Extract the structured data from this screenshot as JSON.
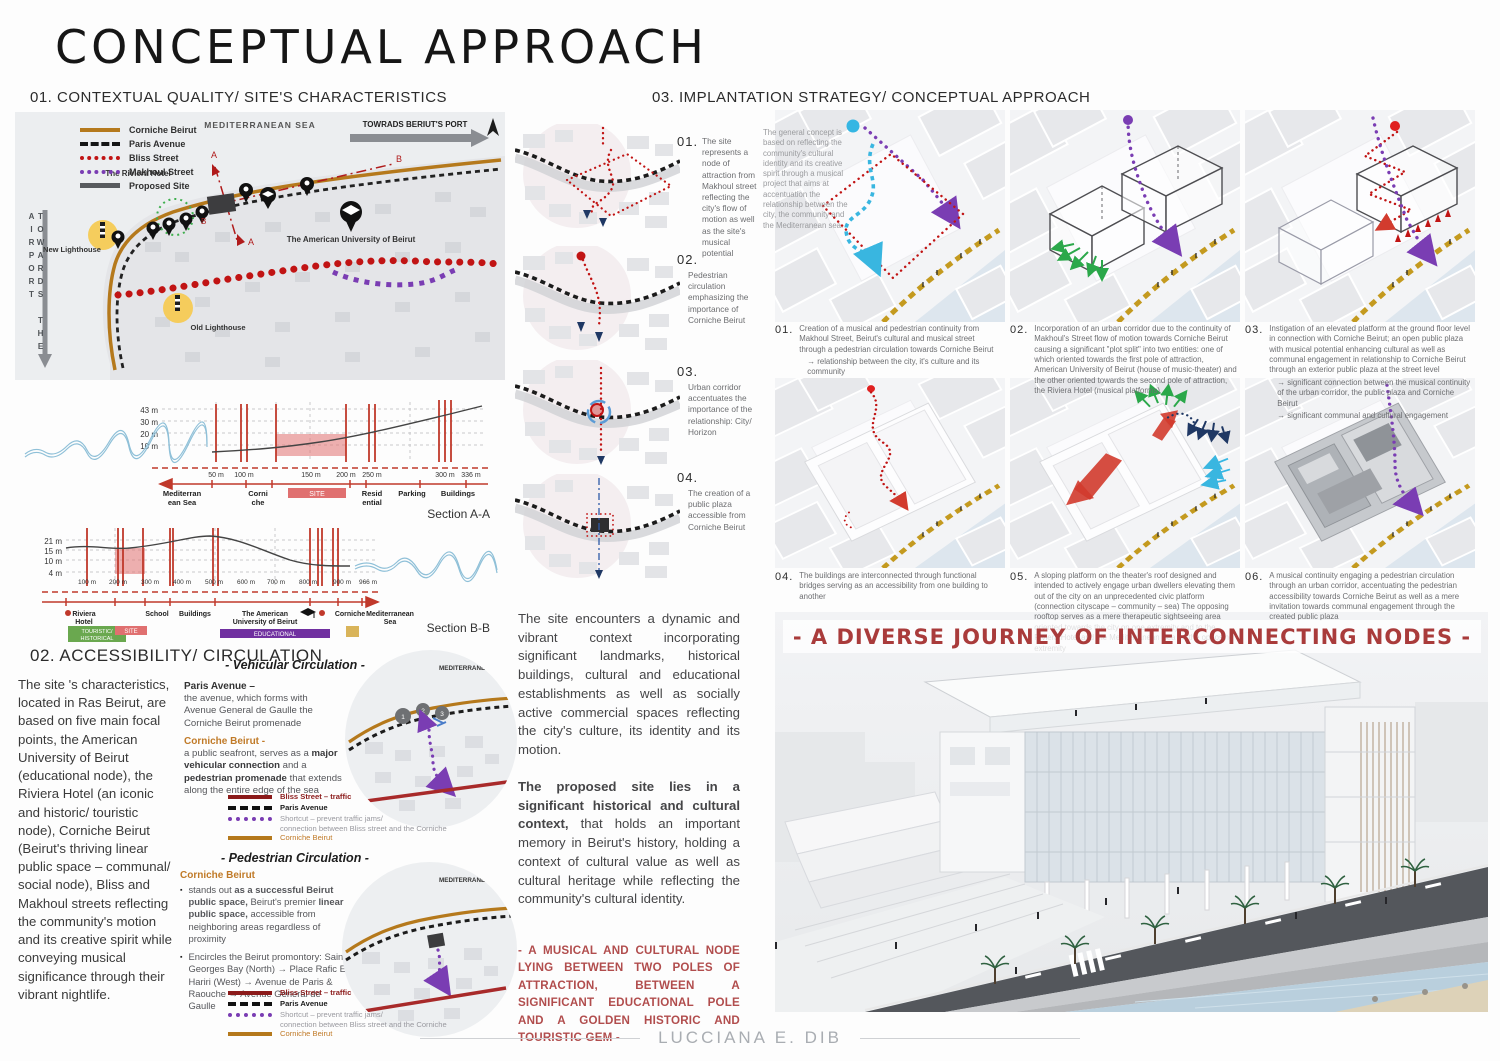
{
  "title": "CONCEPTUAL APPROACH",
  "footer": {
    "name": "LUCCIANA E. DIB"
  },
  "colors": {
    "corniche_orange": "#b5791c",
    "bliss_red": "#a11f24",
    "route_red": "#c11414",
    "makhoul_purple": "#7a3db3",
    "corniche_gold": "#c49a1f",
    "banner_red": "#a93b3b"
  },
  "s01": {
    "heading": "01. CONTEXTUAL QUALITY/ SITE'S CHARACTERISTICS",
    "map": {
      "legend": [
        {
          "label": "Corniche Beirut"
        },
        {
          "label": "Paris Avenue"
        },
        {
          "label": "Bliss Street"
        },
        {
          "label": "Makhoul Street"
        },
        {
          "label": "Proposed Site"
        }
      ],
      "sea": "MEDITERRANEAN SEA",
      "port": "TOWRADS BERIUT'S PORT",
      "airport": "TOWARDS THE AIRPORT",
      "riviera": "The Riviera Hotel",
      "new_lighthouse": "New Lighthouse",
      "old_lighthouse": "Old Lighthouse",
      "aub": "The American University of Beirut",
      "mark_a": "A",
      "mark_b": "B"
    },
    "secAA": {
      "heights": [
        "43 m",
        "30 m",
        "20 m",
        "10 m"
      ],
      "dist": [
        "50 m",
        "100 m",
        "150 m",
        "200 m",
        "250 m",
        "300 m",
        "336 m"
      ],
      "zone_sea1": "Mediterran",
      "zone_sea2": "ean Sea",
      "zone_cor1": "Corni",
      "zone_cor2": "che",
      "site": "SITE",
      "zone_res1": "Resid",
      "zone_res2": "ential",
      "zone_park": "Parking",
      "zone_bld": "Buildings",
      "caption": "Section A-A"
    },
    "secBB": {
      "heights": [
        "21 m",
        "15 m",
        "10 m",
        "4 m"
      ],
      "dist": [
        "100 m",
        "200 m",
        "300 m",
        "400 m",
        "500 m",
        "600 m",
        "700 m",
        "800 m",
        "900 m",
        "966 m"
      ],
      "zone_riv1": "Riviera",
      "zone_riv2": "Hotel",
      "zone_school": "School",
      "zone_bld": "Buildings",
      "zone_aub1": "The American",
      "zone_aub2": "University of Beirut",
      "zone_cor": "Corniche",
      "zone_sea1": "Mediterranean",
      "zone_sea2": "Sea",
      "badge_tour1": "TOURISTIC/",
      "badge_tour2": "HISTORICAL",
      "badge_site": "SITE",
      "badge_edu": "EDUCATIONAL",
      "caption": "Section B-B"
    }
  },
  "s02": {
    "heading": "02. ACCESSIBILITY/ CIRCULATION",
    "para": "The site 's characteristics, located in Ras Beirut, are based on five main focal points, the American University of Beirut (educational node), the Riviera Hotel (an iconic and historic/ touristic node), Corniche Beirut (Beirut's thriving linear public space – communal/ social node), Bliss and Makhoul streets reflecting the community's motion and its creative spirit while conveying musical significance through their vibrant nightlife.",
    "veh": {
      "heading": "- Vehicular Circulation -",
      "paris_title": "Paris Avenue –",
      "paris_body": "the avenue, which forms with Avenue General de Gaulle the Corniche Beirut promenade",
      "corniche_title": "Corniche Beirut -",
      "seg1": "a public seafront, serves as a ",
      "seg2": "major vehicular connection",
      "seg3": " and a ",
      "seg4": "pedestrian promenade",
      "seg5": " that extends along the entire edge of the sea"
    },
    "ped": {
      "heading": "- Pedestrian Circulation -",
      "title": "Corniche Beirut",
      "b1s1": "stands out ",
      "b1b1": "as a successful Beirut public space,",
      "b1s2": " Beirut's premier ",
      "b1b2": "linear public space,",
      "b1s3": " accessible from neighboring areas regardless of proximity",
      "b2": "Encircles the Beirut promontory: Saint Georges Bay (North) → Place Rafic El Hariri (West) → Avenue de Paris & Raouche → Avenue General de Gaulle"
    },
    "legend": {
      "r1": "Bliss Street – traffic",
      "r2": "Paris Avenue",
      "r3a": "Shortcut – prevent traffic jams/",
      "r3b": "connection between Bliss street and the Corniche",
      "r4": "Corniche Beirut"
    },
    "nodes": {
      "n1": "1",
      "n2": "2",
      "n3": "3"
    },
    "sea1": "MEDITERRANEAN SEA",
    "sea2": "MEDITERRANEAN SEA"
  },
  "mid": {
    "items": [
      {
        "num": "01.",
        "text": "The site represents a node of attraction from Makhoul street reflecting the city's flow of motion as well as the site's musical potential"
      },
      {
        "num": "02.",
        "text": "Pedestrian circulation emphasizing the importance of Corniche Beirut"
      },
      {
        "num": "03.",
        "text": "Urban corridor accentuates the importance of the relationship: City/ Horizon"
      },
      {
        "num": "04.",
        "text": "The creation of a public plaza accessible from Corniche Beirut"
      }
    ],
    "para1": "The site encounters a dynamic and vibrant context incorporating significant landmarks, historical buildings, cultural and educational establishments as well as socially active commercial spaces reflecting the city's culture, its identity and its motion.",
    "para2b": "The proposed site lies in a significant historical and cultural context,",
    "para2": " that holds an important memory in Beirut's history, holding a context of cultural value as well as cultural heritage while reflecting the community's cultural identity.",
    "red": "- A MUSICAL AND CULTURAL NODE LYING BETWEEN TWO POLES OF ATTRACTION, BETWEEN A SIGNIFICANT EDUCATIONAL POLE AND A GOLDEN HISTORIC AND TOURISTIC GEM -"
  },
  "s03": {
    "heading": "03. IMPLANTATION STRATEGY/ CONCEPTUAL APPROACH",
    "intro": "The general concept is based on reflecting the community's cultural identity and its creative spirit through a musical project that aims at accentuation the relationship between the city, the community and the Mediterranean sea.",
    "caps": [
      {
        "num": "01.",
        "text": "Creation of a musical and pedestrian continuity from Makhoul Street, Beirut's cultural and musical street through a pedestrian circulation towards Corniche Beirut",
        "a1": "→  relationship between the city, it's culture and its community"
      },
      {
        "num": "02.",
        "text": "Incorporation of an urban corridor due to the continuity of Makhoul's Street flow of motion towards Corniche Beirut causing a significant \"plot split\" into two entities: one of which oriented towards the first pole of attraction,  American University of Beirut (house of music-theater) and the other oriented towards the second pole of attraction, the Riviera Hotel (musical platforms)"
      },
      {
        "num": "03.",
        "text": "Instigation of an elevated platform at the ground floor level in connection with Corniche Beirut; an open public plaza with musical potential enhancing cultural as well as communal engagement in relationship to Corniche Beirut through an exterior public plaza at the street level",
        "a1": "→  significant connection between the musical continuity of the urban corridor, the public plaza and Corniche Beirut",
        "a2": "→  significant communal and cultural engagement"
      },
      {
        "num": "04.",
        "text": "The buildings are interconnected through functional bridges serving as an accessibility from one building to another"
      },
      {
        "num": "05.",
        "text": "A sloping platform on the theater's roof designed and intended to actively engage urban dwellers elevating them out of the city on an unprecedented civic platform (connection cityscape – community – sea) The opposing rooftop serves as a mere therapeutic sightseeing area oriented towards the city on one extremity and to the Riviera Hotel and the Mediterranean Sea on the opposing extremity"
      },
      {
        "num": "06.",
        "text": "A musical continuity engaging a pedestrian circulation through an urban corridor, accentuating the pedestrian accessibility towards Corniche Beirut as well as a mere invitation towards communal engagement through the created public plaza"
      }
    ],
    "banner": "- A DIVERSE JOURNEY OF INTERCONNECTING NODES -"
  }
}
